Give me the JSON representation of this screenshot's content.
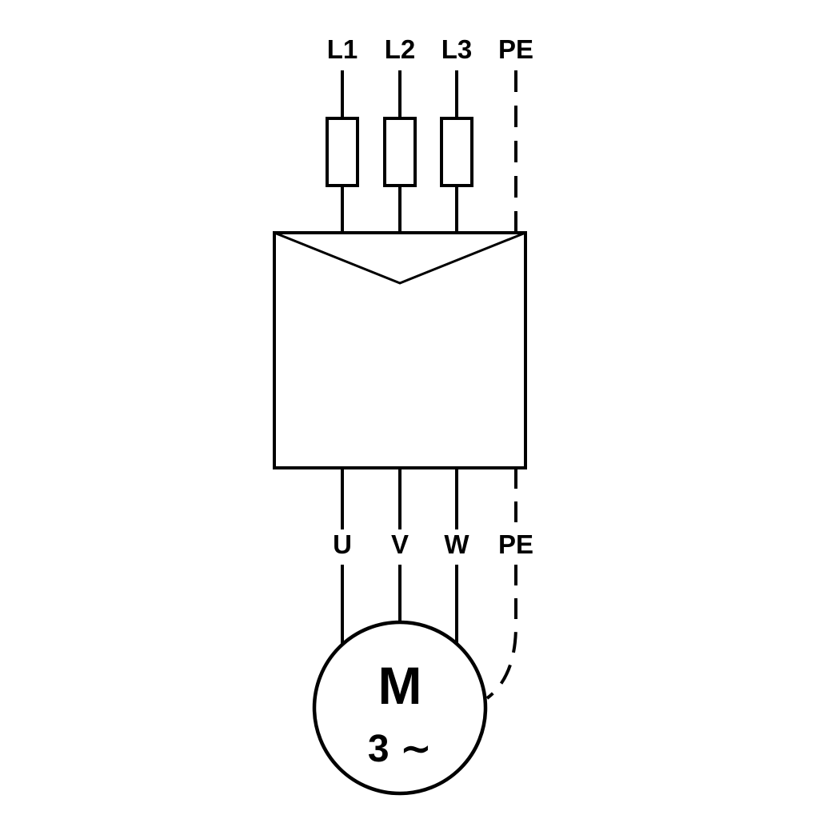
{
  "diagram": {
    "top_terminals": {
      "l1": "L1",
      "l2": "L2",
      "l3": "L3",
      "pe": "PE"
    },
    "bottom_terminals": {
      "u": "U",
      "v": "V",
      "w": "W",
      "pe": "PE"
    },
    "motor": {
      "symbol": "M",
      "phase": "3 ∼"
    },
    "colors": {
      "line": "#000000",
      "background": "#ffffff"
    }
  }
}
